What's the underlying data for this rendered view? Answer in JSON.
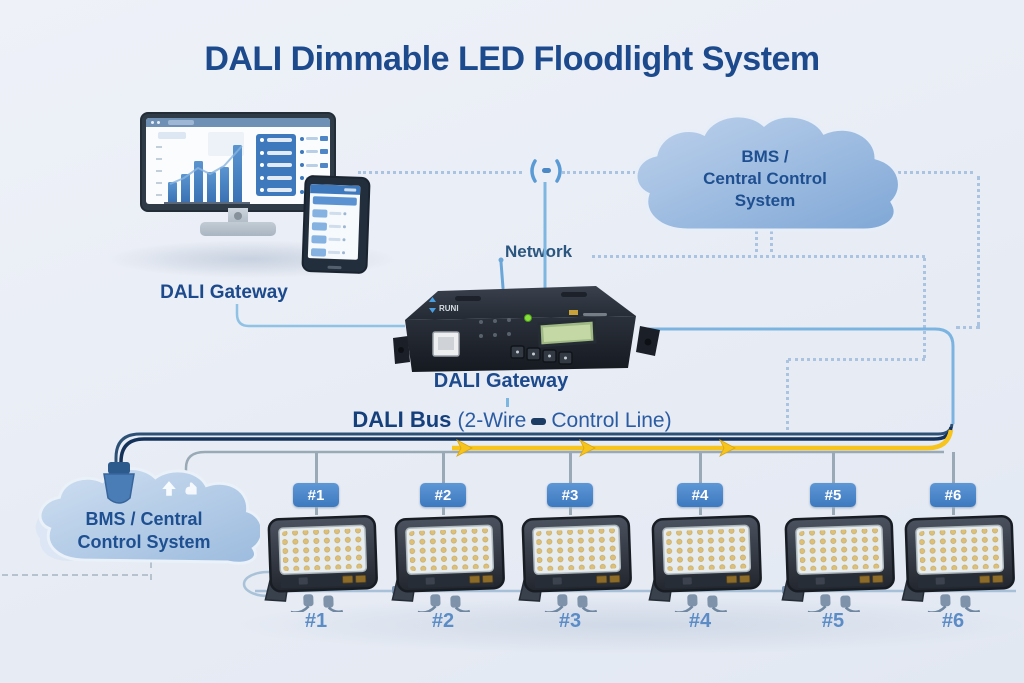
{
  "title": "DALI Dimmable LED Floodlight System",
  "colors": {
    "accent": "#1c4a8c",
    "cloudText": "#1e4f90",
    "busNavy": "#14315a",
    "busNavyLight": "#2d5076",
    "busYellow": "#f6c41c",
    "badgeBlue": "#4a84c8",
    "lineGray": "#9aa9b6",
    "connectorBlue": "#7db6e0",
    "dottedBlue": "#a9c3e0",
    "captionBlue": "#5c8cc6"
  },
  "monitor": {
    "label": "DALI Gateway",
    "chart_bars": [
      34,
      46,
      68,
      50,
      58,
      95
    ]
  },
  "network": {
    "label": "Network"
  },
  "cloud_top": {
    "line1": "BMS /",
    "line2": "Central Control",
    "line3": "System"
  },
  "cloud_bottom": {
    "line1": "BMS / Central",
    "line2": "Control System"
  },
  "gateway": {
    "label": "DALI Gateway",
    "brand": "RUNI"
  },
  "bus": {
    "bold": "DALI Bus",
    "paren_open": "(2-Wire",
    "paren_close": "Control Line)"
  },
  "floodlights": [
    {
      "badge": "#1",
      "caption": "#1"
    },
    {
      "badge": "#2",
      "caption": "#2"
    },
    {
      "badge": "#3",
      "caption": "#3"
    },
    {
      "badge": "#4",
      "caption": "#4"
    },
    {
      "badge": "#5",
      "caption": "#5"
    },
    {
      "badge": "#6",
      "caption": "#6"
    }
  ]
}
